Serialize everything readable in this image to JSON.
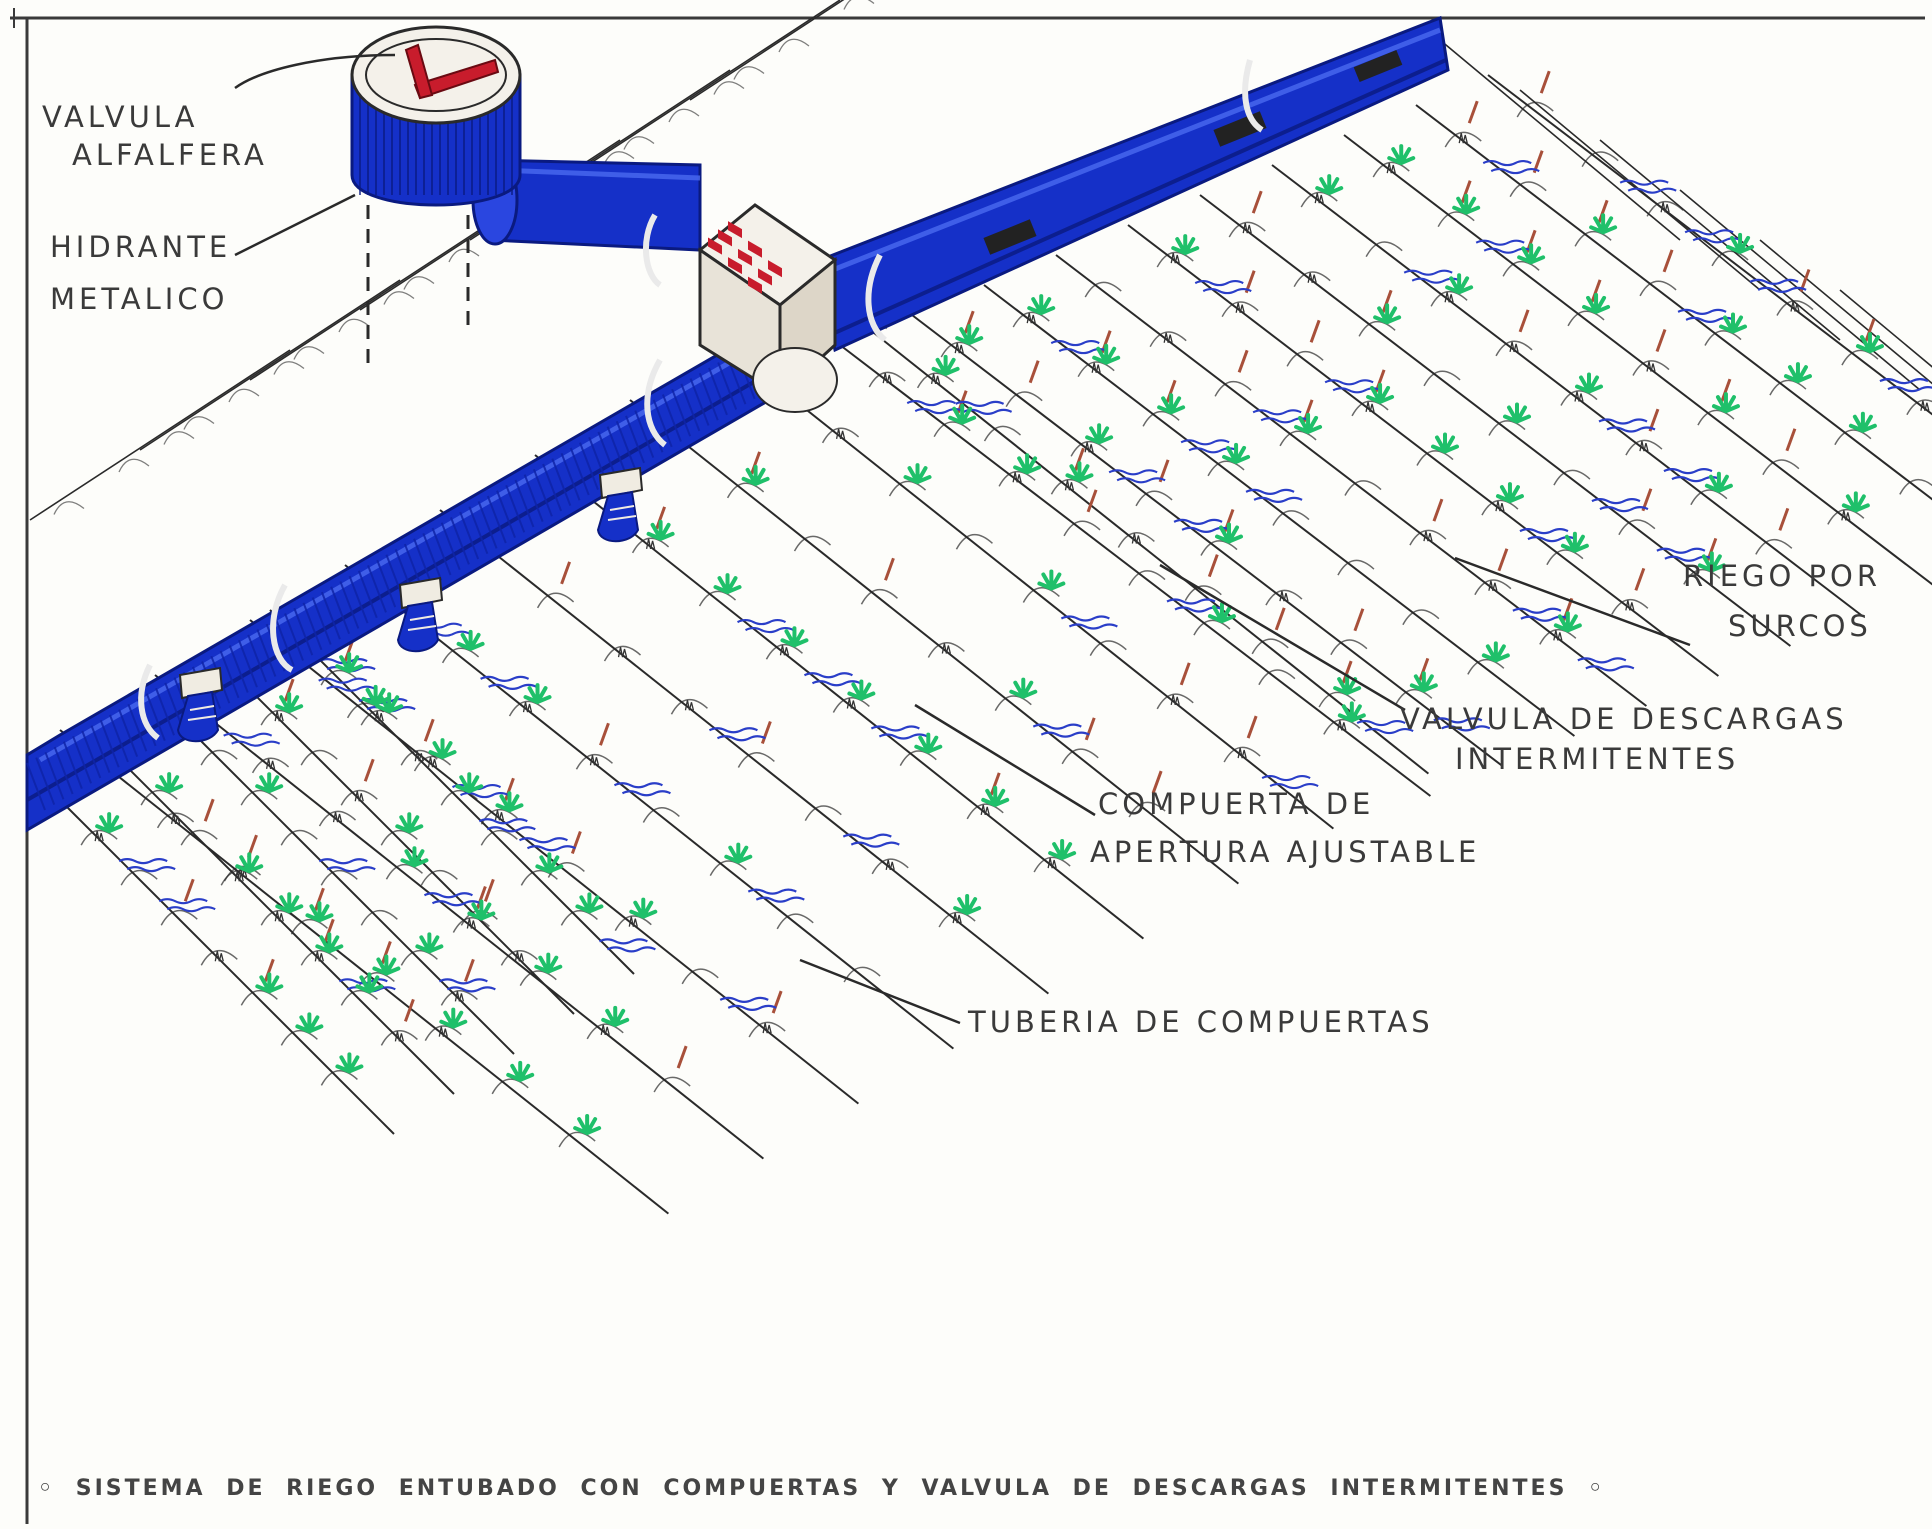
{
  "labels": {
    "valvula_alfalfera": [
      "VALVULA",
      "ALFALFERA"
    ],
    "hidrante_metalico": [
      "HIDRANTE",
      "METALICO"
    ],
    "riego_por_surcos": [
      "RIEGO POR",
      "SURCOS"
    ],
    "valvula_descargas": [
      "VALVULA DE DESCARGAS",
      "INTERMITENTES"
    ],
    "compuerta_apertura": [
      "COMPUERTA DE",
      "APERTURA AJUSTABLE"
    ],
    "tuberia_compuertas": "TUBERIA DE COMPUERTAS"
  },
  "caption": "◦ SISTEMA DE RIEGO ENTUBADO CON COMPUERTAS Y VALVULA DE DESCARGAS INTERMITENTES ◦",
  "colors": {
    "pipe": "#1530c8",
    "pipe_dark": "#0a1a80",
    "pipe_light": "#4a6af0",
    "water": "#2a3ec8",
    "plant": "#1fc06a",
    "soil_mark": "#a8503a",
    "ink": "#2a2a2a",
    "valve_handle": "#c81c2c"
  },
  "icons": [
    "valve-handle-icon",
    "plant-icon",
    "water-ripple-icon",
    "gate-icon"
  ]
}
